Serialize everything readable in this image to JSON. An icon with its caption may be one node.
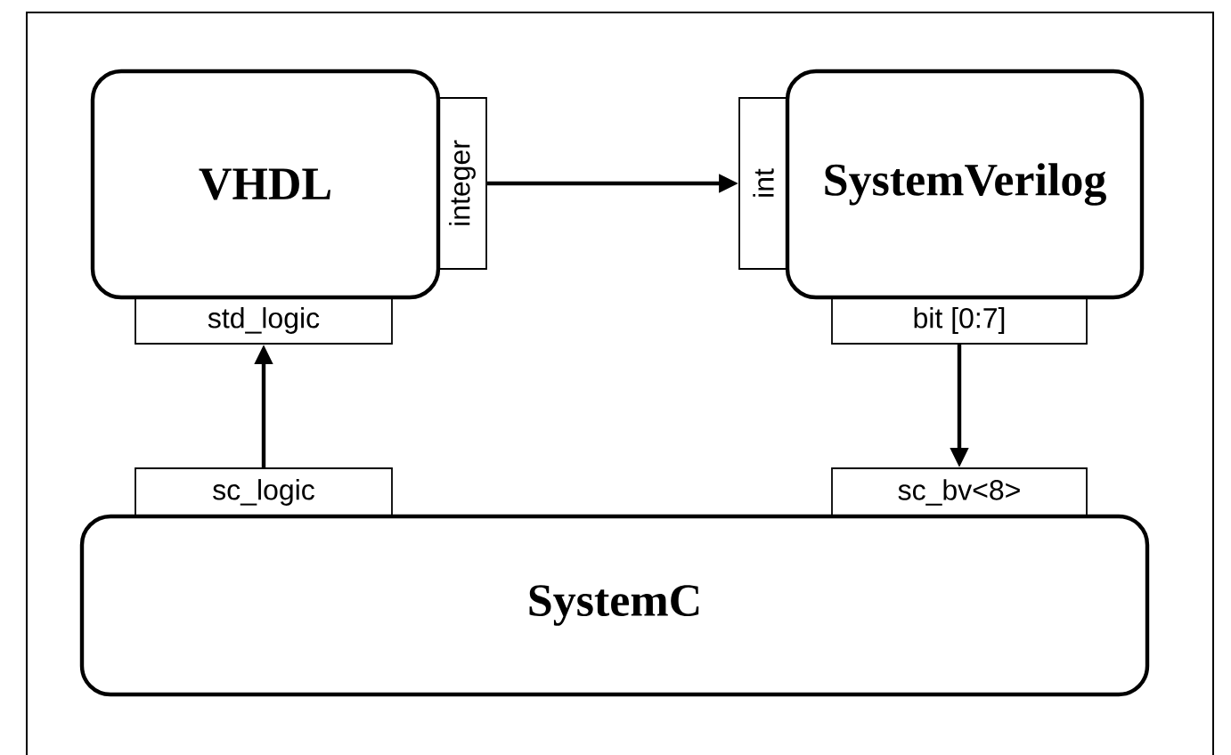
{
  "diagram": {
    "nodes": [
      {
        "text": [
          "VHDL"
        ]
      },
      {
        "text": [
          "integer"
        ]
      },
      {
        "text": [
          "int"
        ]
      },
      {
        "text": [
          "SystemVerilog"
        ]
      },
      {
        "text": [
          "std_logic"
        ]
      },
      {
        "text": [
          "bit [0:7]"
        ]
      },
      {
        "text": [
          "sc_logic"
        ]
      },
      {
        "text": [
          "sc_bv<8>"
        ]
      },
      {
        "text": [
          "SystemC"
        ]
      }
    ],
    "edges": [
      {
        "from": 1,
        "to": 2,
        "arrow": "to"
      },
      {
        "from": 6,
        "to": 4,
        "arrow": "to"
      },
      {
        "from": 5,
        "to": 7,
        "arrow": "to"
      }
    ]
  }
}
